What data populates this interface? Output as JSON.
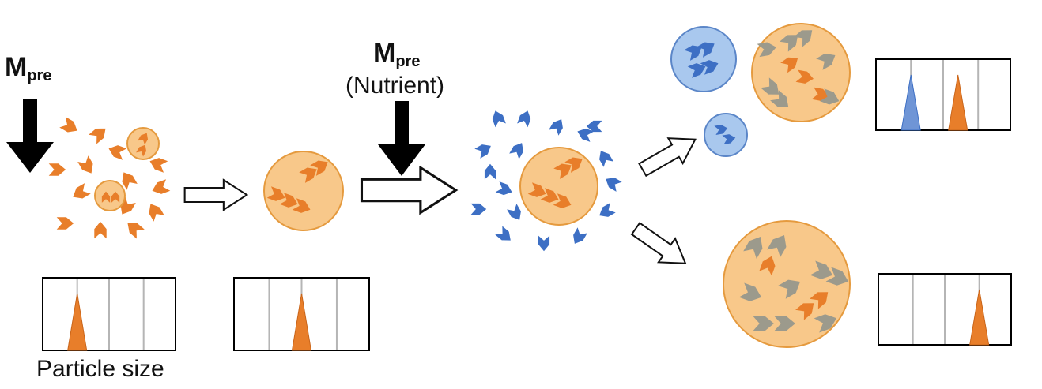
{
  "labels": {
    "mpre_left_main": "M",
    "mpre_left_sub": "pre",
    "mpre_mid_main": "M",
    "mpre_mid_sub": "pre",
    "nutrient": "(Nutrient)",
    "particle_size": "Particle size"
  },
  "colors": {
    "orange_fill": "#f8c88a",
    "orange_stroke": "#e59a3e",
    "orange_chevron": "#e87e2a",
    "blue_fill": "#a9c8ee",
    "blue_stroke": "#5b86c8",
    "blue_chevron": "#3d6fc4",
    "gray_chevron": "#9c9a8c",
    "black": "#000000"
  },
  "histograms": [
    {
      "name": "histogram-stage-1",
      "peaks": [
        {
          "color": "orange",
          "position": 0.26
        }
      ]
    },
    {
      "name": "histogram-stage-2",
      "peaks": [
        {
          "color": "orange",
          "position": 0.5
        }
      ]
    },
    {
      "name": "histogram-top-outcome",
      "peaks": [
        {
          "color": "blue",
          "position": 0.26
        },
        {
          "color": "orange",
          "position": 0.61
        }
      ]
    },
    {
      "name": "histogram-bottom-outcome",
      "peaks": [
        {
          "color": "orange",
          "position": 0.76
        }
      ]
    }
  ]
}
